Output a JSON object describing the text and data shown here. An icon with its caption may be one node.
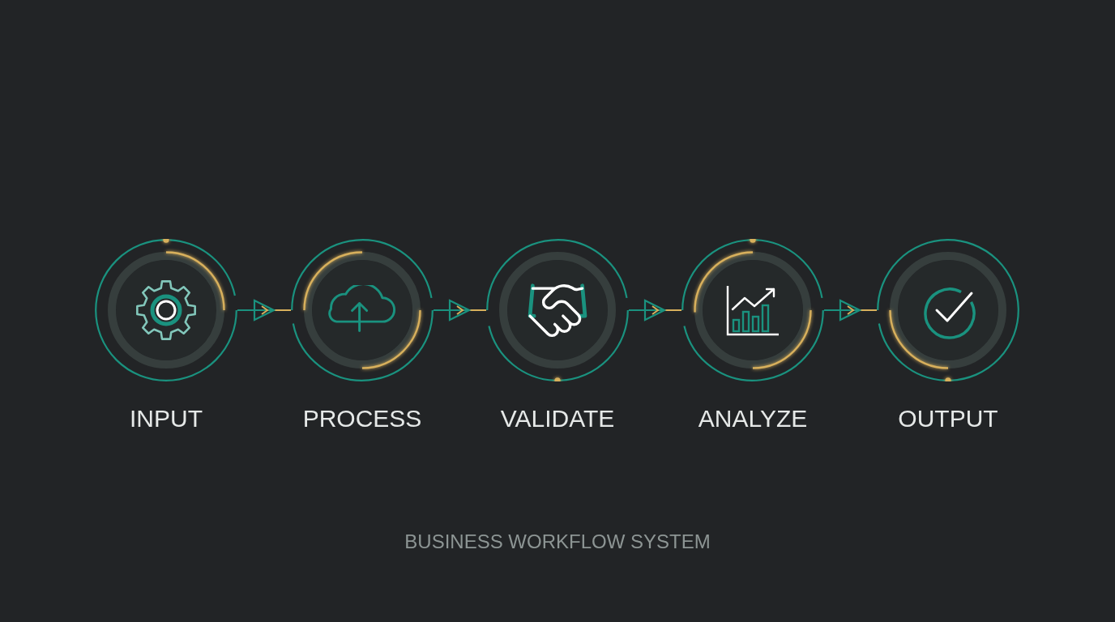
{
  "diagram": {
    "caption": "BUSINESS WORKFLOW SYSTEM",
    "nodes": [
      {
        "text": [
          "INPUT"
        ]
      },
      {
        "text": [
          "PROCESS"
        ]
      },
      {
        "text": [
          "VALIDATE"
        ]
      },
      {
        "text": [
          "ANALYZE"
        ]
      },
      {
        "text": [
          "OUTPUT"
        ]
      }
    ],
    "edges": [
      {
        "from": 0,
        "to": 1,
        "arrow": "to"
      },
      {
        "from": 1,
        "to": 2,
        "arrow": "to"
      },
      {
        "from": 2,
        "to": 3,
        "arrow": "to"
      },
      {
        "from": 3,
        "to": 4,
        "arrow": "to"
      }
    ]
  }
}
